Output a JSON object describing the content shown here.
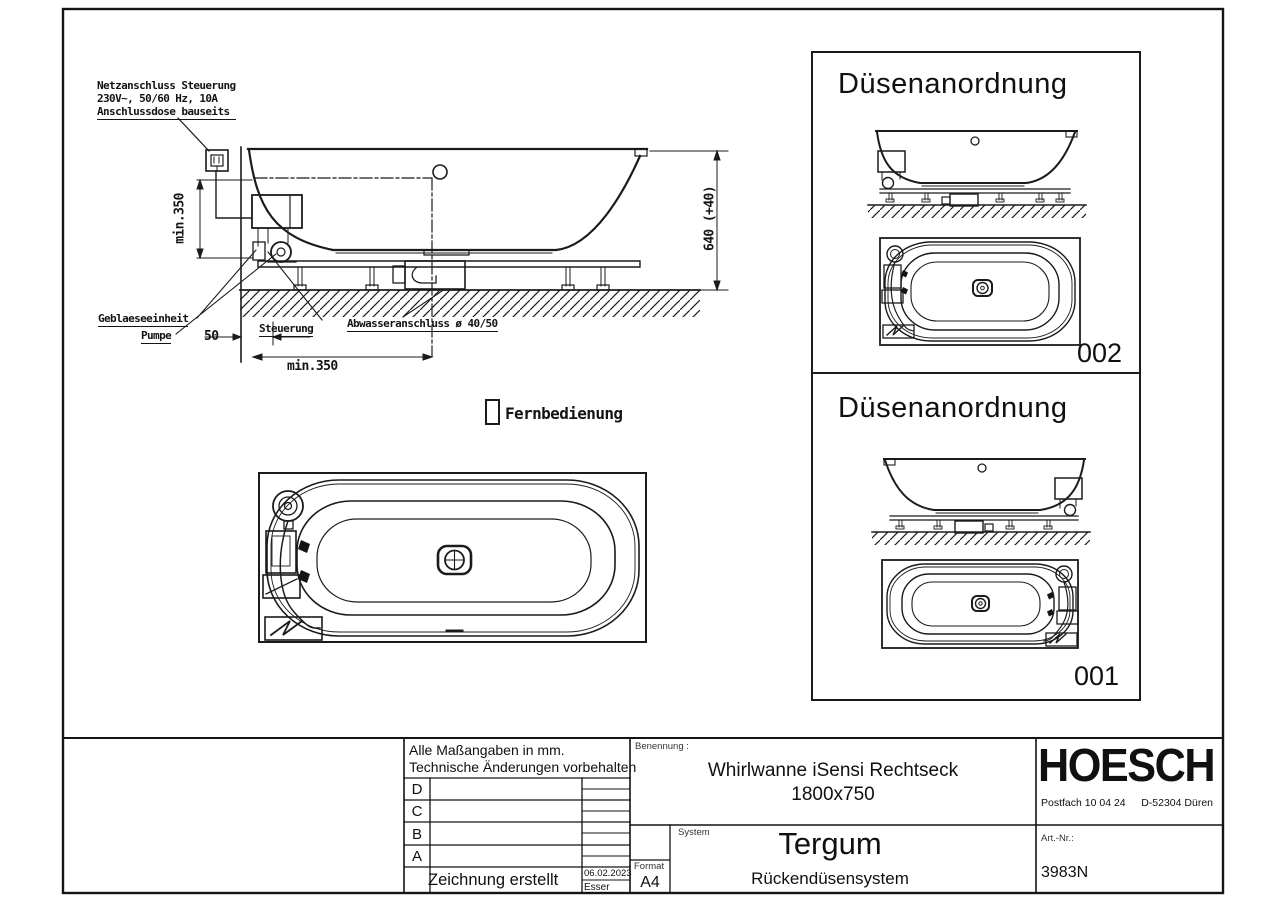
{
  "annotations": {
    "netzanschluss_line1": "Netzanschluss Steuerung",
    "netzanschluss_line2": "230V~, 50/60 Hz, 10A",
    "netzanschluss_line3": "Anschlussdose bauseits",
    "geblaese": "Geblaeseeinheit",
    "pumpe": "Pumpe",
    "steuerung": "Steuerung",
    "abwasser": "Abwasseranschluss ø 40/50",
    "fernbedienung": "Fernbedienung"
  },
  "dimensions": {
    "left_vertical": "min.350",
    "right_vertical": "640 (+40)",
    "wall_offset": "50",
    "bottom_horizontal": "min.350"
  },
  "panels": [
    {
      "title": "Düsenanordnung",
      "code": "002"
    },
    {
      "title": "Düsenanordnung",
      "code": "001"
    }
  ],
  "title_block": {
    "note_line1": "Alle Maßangaben in mm.",
    "note_line2": "Technische Änderungen vorbehalten",
    "revision_rows": [
      "D",
      "C",
      "B",
      "A"
    ],
    "created_label": "Zeichnung erstellt",
    "created_date": "06.02.2023",
    "created_by": "Esser",
    "benennung_label": "Benennung :",
    "benennung_line1": "Whirlwanne iSensi Rechtseck",
    "benennung_line2": "1800x750",
    "system_label": "System",
    "system_name": "Tergum",
    "system_sub": "Rückendüsensystem",
    "format_label": "Format",
    "format_value": "A4",
    "company": "HOESCH",
    "address_left": "Postfach 10 04 24",
    "address_right": "D-52304 Düren",
    "artnr_label": "Art.-Nr.:",
    "artnr_value": "3983N"
  }
}
